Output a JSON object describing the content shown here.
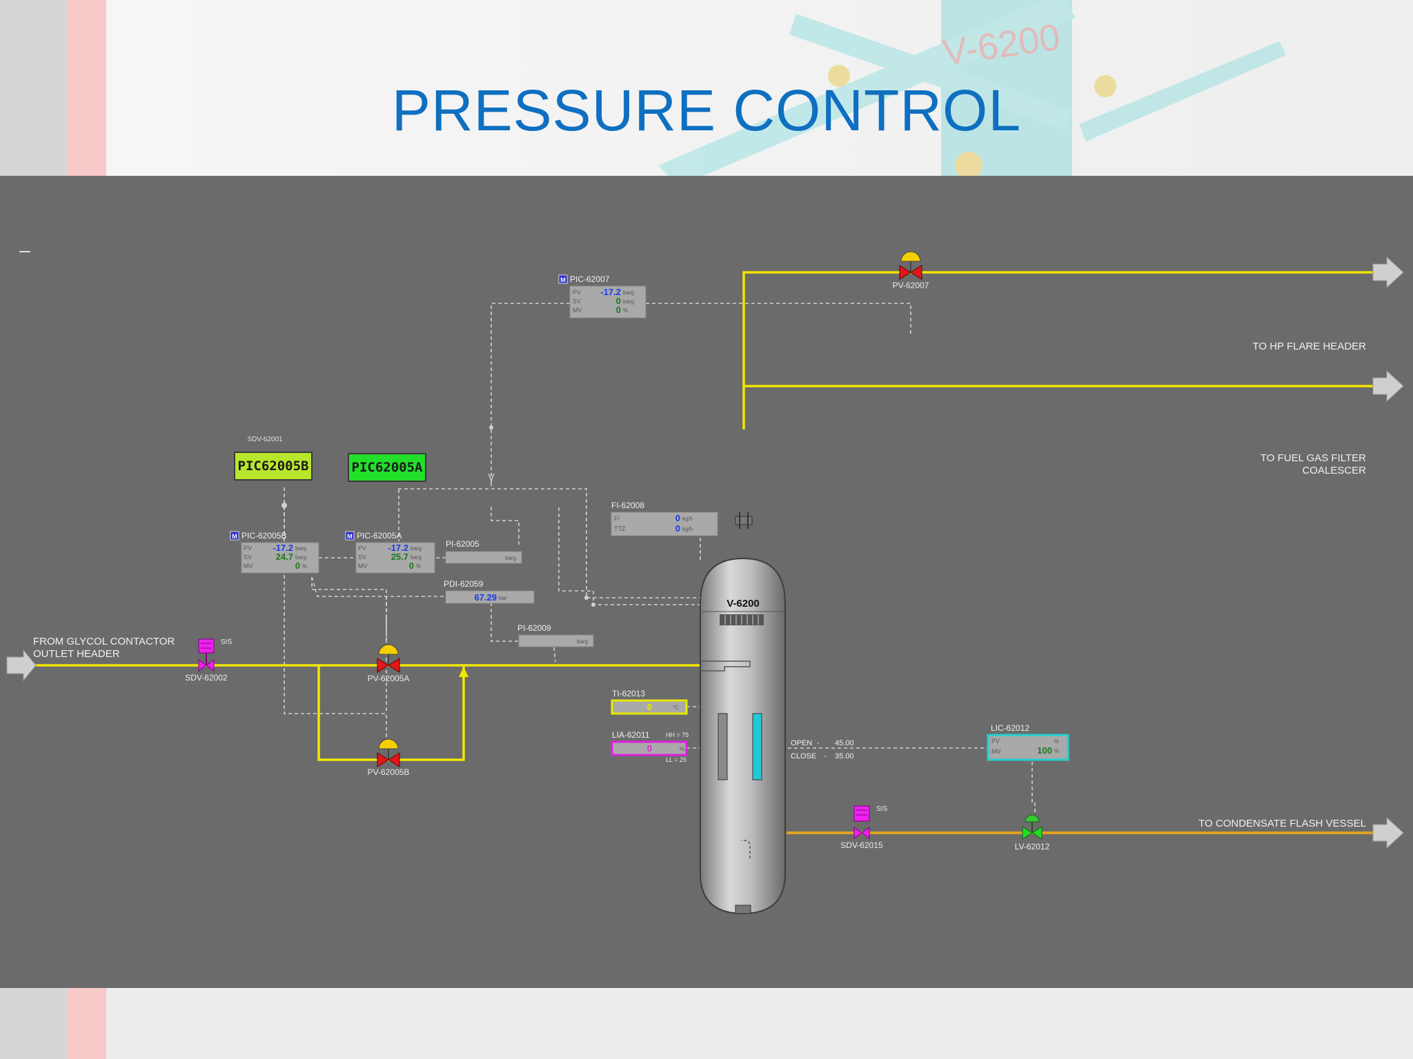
{
  "slide": {
    "title": "PRESSURE CONTROL",
    "watermark_text": "V-6200",
    "colors": {
      "title": "#0f6fc0",
      "panel": "#6b6b6b",
      "gas_line": "#f2e600",
      "condensate_line": "#e0a020",
      "signal_line": "#d8d8d8"
    }
  },
  "diagram": {
    "vessel": {
      "tag": "V-6200"
    },
    "streams": {
      "inlet": [
        "FROM GLYCOL CONTACTOR",
        "OUTLET HEADER"
      ],
      "hp_flare": "TO HP FLARE HEADER",
      "fuel_gas": [
        "TO FUEL GAS FILTER",
        "COALESCER"
      ],
      "condensate": "TO CONDENSATE FLASH VESSEL"
    },
    "buttons": {
      "pic_b": "PIC62005B",
      "pic_a": "PIC62005A",
      "pic_b_caption": "SDV-62001"
    },
    "valves": {
      "sdv_inlet": "SDV-62002",
      "pv_a": "PV-62005A",
      "pv_b": "PV-62005B",
      "pv_flare": "PV-62007",
      "sdv_cond": "SDV-62015",
      "lv": "LV-62012",
      "sis": "SIS"
    },
    "pic_62007": {
      "tag": "PIC-62007",
      "pv_label": "PV",
      "sv_label": "SV",
      "mv_label": "MV",
      "pv": "-17.2",
      "sv": "0",
      "mv": "0",
      "pv_unit": "barg",
      "sv_unit": "barg",
      "mv_unit": "%",
      "mode": "M"
    },
    "pic_62005b": {
      "tag": "PIC-62005B",
      "pv_label": "PV",
      "sv_label": "SV",
      "mv_label": "MV",
      "pv": "-17.2",
      "sv": "24.7",
      "mv": "0",
      "pv_unit": "barg",
      "sv_unit": "barg",
      "mv_unit": "%",
      "mode": "M"
    },
    "pic_62005a": {
      "tag": "PIC-62005A",
      "pv_label": "PV",
      "sv_label": "SV",
      "mv_label": "MV",
      "pv": "-17.2",
      "sv": "25.7",
      "mv": "0",
      "pv_unit": "barg",
      "sv_unit": "barg",
      "mv_unit": "%",
      "mode": "M"
    },
    "fi_62008": {
      "tag": "FI-62008",
      "r1_label": "FI",
      "r2_label": "TTZ",
      "r1": "0",
      "r2": "0",
      "r1_unit": "kg/h",
      "r2_unit": "kg/h"
    },
    "pi_62005": {
      "tag": "PI-62005",
      "unit": "barg"
    },
    "pdi_62059": {
      "tag": "PDI-62059",
      "value": "67.29",
      "unit": "bar"
    },
    "pi_62009": {
      "tag": "PI-62009",
      "unit": "barg"
    },
    "ti_62013": {
      "tag": "TI-62013",
      "value": "0",
      "unit": "°C"
    },
    "lia_62011": {
      "tag": "LIA-62011",
      "value": "0",
      "unit": "%",
      "hh": "HH = 75",
      "ll": "LL = 25"
    },
    "lic_62012": {
      "tag": "LIC-62012",
      "pv_label": "PV",
      "mv_label": "MV",
      "mv": "100",
      "unit": "%"
    },
    "level_switch": {
      "open_label": "OPEN",
      "open_value": "45.00",
      "close_label": "CLOSE",
      "close_value": "35.00"
    }
  }
}
